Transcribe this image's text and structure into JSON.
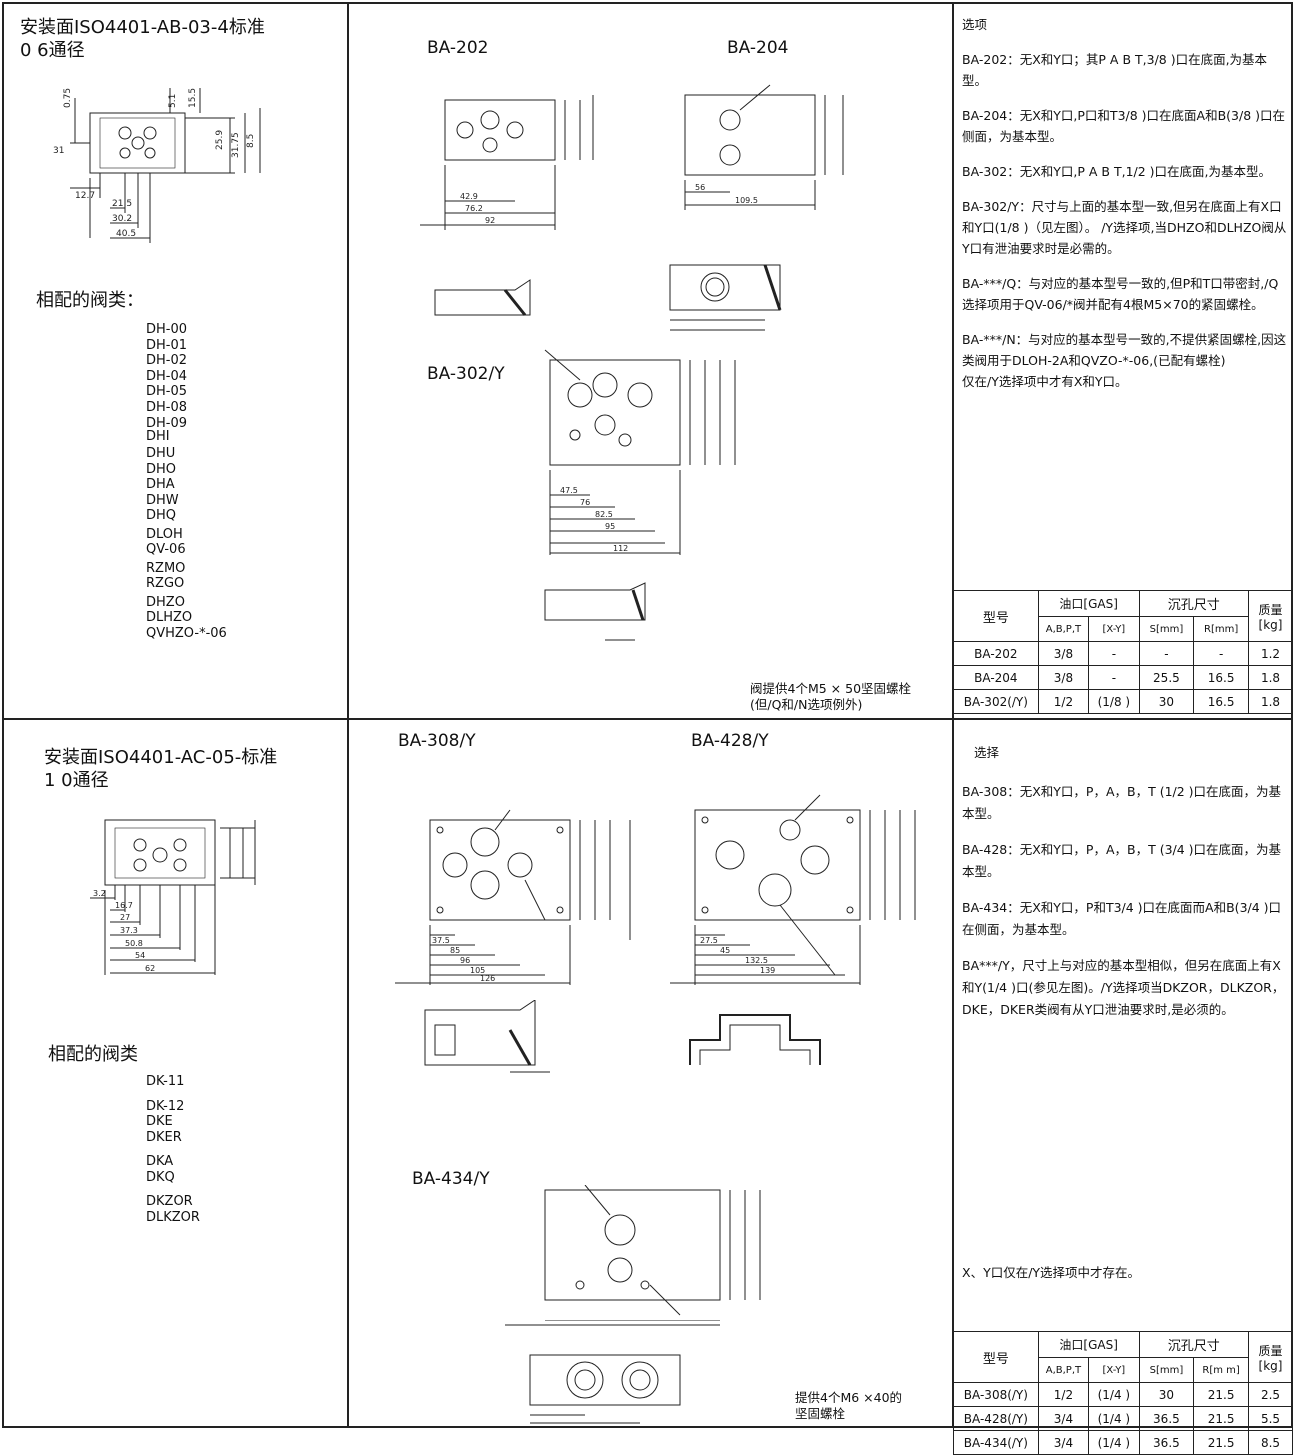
{
  "section1": {
    "title_line1": "安装面ISO4401-AB-03-4标准",
    "title_line2": "0 6通径",
    "valves_heading": "相配的阀类：",
    "valves": [
      "DH-00",
      "DH-01",
      "DH-02",
      "DH-04",
      "DH-05",
      "DH-08",
      "DH-09",
      "DHI",
      "DHU",
      "DHO",
      "DHA",
      "DHW",
      "DHQ",
      "DLOH",
      "QV-06",
      "RZMO",
      "RZGO",
      "DHZO",
      "DLHZO",
      "QVHZO-*-06"
    ],
    "models": {
      "ba202": "BA-202",
      "ba204": "BA-204",
      "ba302y": "BA-302/Y"
    },
    "bolt_note_line1": "阀提供4个M5 × 50坚固螺栓",
    "bolt_note_line2": "(但/Q和/N选项例外)",
    "options_heading": "选项",
    "options": [
      "BA-202：无X和Y口；其P A B T,3/8 )口在底面,为基本型。",
      "BA-204：无X和Y口,P口和T3/8 )口在底面A和B(3/8 )口在侧面，为基本型。",
      "BA-302：无X和Y口,P A B T,1/2 )口在底面,为基本型。",
      "BA-302/Y：尺寸与上面的基本型一致,但另在底面上有X口和Y口(1/8 )（见左图）。 /Y选择项,当DHZO和DLHZO阀从Y口有泄油要求时是必需的。",
      "BA-***/Q：与对应的基本型号一致的,但P和T口带密封,/Q选择项用于QV-06/*阀并配有4根M5×70的紧固螺栓。",
      "BA-***/N：与对应的基本型号一致的,不提供紧固螺栓,因这类阀用于DLOH-2A和QVZO-*-06,(已配有螺栓)",
      "仅在/Y选择项中才有X和Y口。"
    ],
    "table": {
      "h_model": "型号",
      "h_port": "油口[GAS]",
      "h_port_abpt": "A,B,P,T",
      "h_port_xy": "[X-Y]",
      "h_counter": "沉孔尺寸",
      "h_s": "S[mm]",
      "h_r": "R[mm]",
      "h_mass": "质量",
      "h_mass_unit": "[kg]",
      "rows": [
        [
          "BA-202",
          "3/8",
          "-",
          "-",
          "-",
          "1.2"
        ],
        [
          "BA-204",
          "3/8",
          "-",
          "25.5",
          "16.5",
          "1.8"
        ],
        [
          "BA-302(/Y)",
          "1/2",
          "(1/8 )",
          "30",
          "16.5",
          "1.8"
        ]
      ]
    },
    "drawing_labels": {
      "a": "42.9",
      "b": "31.75",
      "c": "8.5",
      "d": "25.9",
      "e": "21.5",
      "f": "30.2",
      "g": "40.5",
      "h": "12.7",
      "i": "31",
      "j": "0.75",
      "k": "15.5",
      "l": "5.1"
    }
  },
  "section2": {
    "title_line1": "安装面ISO4401-AC-05-标准",
    "title_line2": "1 0通径",
    "valves_heading": "相配的阀类",
    "valves": [
      "DK-11",
      "DK-12",
      "DKE",
      "DKER",
      "DKA",
      "DKQ",
      "DKZOR",
      "DLKZOR"
    ],
    "models": {
      "ba308y": "BA-308/Y",
      "ba428y": "BA-428/Y",
      "ba434y": "BA-434/Y"
    },
    "bolt_note_line1": "提供4个M6 ×40的",
    "bolt_note_line2": "坚固螺栓",
    "options_heading": "选择",
    "options": [
      "BA-308：无X和Y口，P，A，B，T (1/2 )口在底面，为基本型。",
      "BA-428：无X和Y口，P，A，B，T (3/4 )口在底面，为基本型。",
      "BA-434：无X和Y口，P和T3/4 )口在底面而A和B(3/4 )口在侧面，为基本型。",
      "BA***/Y，尺寸上与对应的基本型相似，但另在底面上有X和Y(1/4 )口(参见左图)。/Y选择项当DKZOR，DLKZOR，DKE，DKER类阀有从Y口泄油要求时,是必须的。"
    ],
    "xy_note": "X、Y口仅在/Y选择项中才存在。",
    "table": {
      "h_model": "型号",
      "h_port": "油口[GAS]",
      "h_port_abpt": "A,B,P,T",
      "h_port_xy": "[X-Y]",
      "h_counter": "沉孔尺寸",
      "h_s": "S[mm]",
      "h_r": "R[m m]",
      "h_mass": "质量",
      "h_mass_unit": "[kg]",
      "rows": [
        [
          "BA-308(/Y)",
          "1/2",
          "(1/4 )",
          "30",
          "21.5",
          "2.5"
        ],
        [
          "BA-428(/Y)",
          "3/4",
          "(1/4 )",
          "36.5",
          "21.5",
          "5.5"
        ],
        [
          "BA-434(/Y)",
          "3/4",
          "(1/4 )",
          "36.5",
          "21.5",
          "8.5"
        ]
      ]
    }
  }
}
